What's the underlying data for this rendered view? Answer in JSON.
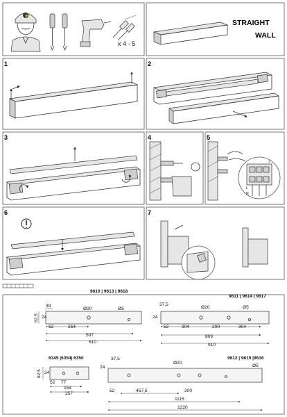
{
  "header": {
    "title_line1": "STRAIGHT",
    "title_line2": "WALL",
    "screw_quantity": "x 4 - 5"
  },
  "steps": [
    "1",
    "2",
    "3",
    "4",
    "5",
    "6",
    "7"
  ],
  "wiring": {
    "terminal_labels": [
      "L",
      "N"
    ],
    "earth_symbol": "⏚"
  },
  "models": {
    "m610": {
      "codes": "9610 | 9613 | 9618",
      "dims": [
        "39",
        "Ø20",
        "Ø5",
        "62,5",
        "24",
        "52",
        "254",
        "507",
        "610"
      ]
    },
    "m910": {
      "codes": "9611 | 9614 | 9617",
      "dims": [
        "37,5",
        "Ø20",
        "Ø5",
        "24",
        "52",
        "304",
        "200",
        "304",
        "809",
        "910"
      ]
    },
    "m257": {
      "codes": "6345 |6354| 6350",
      "dims": [
        "62,5",
        "24",
        "52",
        "77",
        "154",
        "257"
      ]
    },
    "m1220": {
      "codes": "9612 | 9615 |9616",
      "dims": [
        "37,5",
        "Ø20",
        "24",
        "Ø5",
        "52",
        "457,5",
        "200",
        "1115",
        "1220"
      ]
    }
  },
  "colors": {
    "line": "#333333",
    "panel_border": "#555555",
    "shade": "#e6e6e6"
  }
}
